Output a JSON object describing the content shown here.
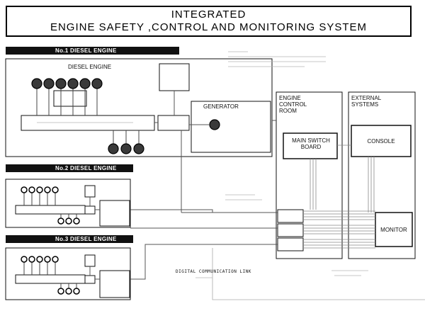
{
  "title": {
    "line1": "INTEGRATED",
    "line2": "ENGINE SAFETY ,CONTROL AND MONITORING SYSTEM"
  },
  "engines": [
    {
      "section_label": "No.1 DIESEL ENGINE",
      "engine_label": "DIESEL ENGINE",
      "generator_label": "GENERATOR"
    },
    {
      "section_label": "No.2 DIESEL ENGINE"
    },
    {
      "section_label": "No.3 DIESEL ENGINE"
    }
  ],
  "control_room": {
    "label_line1": "ENGINE",
    "label_line2": "CONTROL",
    "label_line3": "ROOM",
    "switchboard_line1": "MAIN SWITCH",
    "switchboard_line2": "BOARD"
  },
  "external": {
    "label_line1": "EXTERNAL",
    "label_line2": "SYSTEMS",
    "console_label": "CONSOLE",
    "monitor_label": "MONITOR"
  },
  "link_label": "DIGITAL  COMMUNICATION  LINK",
  "colors": {
    "ink": "#111111",
    "line": "#6e6e6e",
    "faint": "#a0a0a0"
  }
}
